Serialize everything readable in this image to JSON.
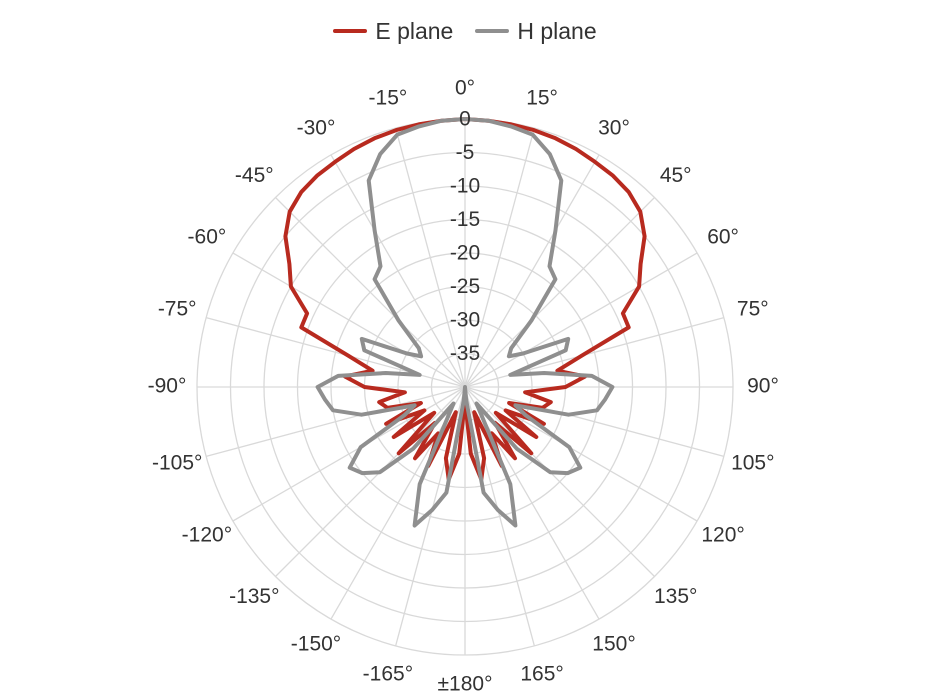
{
  "chart_data": {
    "type": "polar-line",
    "title": "",
    "angle_unit": "degrees",
    "angle_ticks": [
      {
        "angle": 0,
        "label": "0°"
      },
      {
        "angle": 15,
        "label": "15°"
      },
      {
        "angle": 30,
        "label": "30°"
      },
      {
        "angle": 45,
        "label": "45°"
      },
      {
        "angle": 60,
        "label": "60°"
      },
      {
        "angle": 75,
        "label": "75°"
      },
      {
        "angle": 90,
        "label": "90°"
      },
      {
        "angle": 105,
        "label": "105°"
      },
      {
        "angle": 120,
        "label": "120°"
      },
      {
        "angle": 135,
        "label": "135°"
      },
      {
        "angle": 150,
        "label": "150°"
      },
      {
        "angle": 165,
        "label": "165°"
      },
      {
        "angle": 180,
        "label": "±180°"
      },
      {
        "angle": -165,
        "label": "-165°"
      },
      {
        "angle": -150,
        "label": "-150°"
      },
      {
        "angle": -135,
        "label": "-135°"
      },
      {
        "angle": -120,
        "label": "-120°"
      },
      {
        "angle": -105,
        "label": "-105°"
      },
      {
        "angle": -90,
        "label": "-90°"
      },
      {
        "angle": -75,
        "label": "-75°"
      },
      {
        "angle": -60,
        "label": "-60°"
      },
      {
        "angle": -45,
        "label": "-45°"
      },
      {
        "angle": -30,
        "label": "-30°"
      },
      {
        "angle": -15,
        "label": "-15°"
      }
    ],
    "radial_range": [
      -40,
      0
    ],
    "radial_ticks": [
      0,
      -5,
      -10,
      -15,
      -20,
      -25,
      -30,
      -35
    ],
    "grid": true,
    "legend_position": "top-center",
    "series": [
      {
        "name": "E plane",
        "color": "#b82a1f",
        "angles": [
          -180,
          -175,
          -170,
          -165,
          -160,
          -155,
          -150,
          -145,
          -140,
          -135,
          -130,
          -125,
          -120,
          -115,
          -110,
          -105,
          -100,
          -95,
          -90,
          -85,
          -80,
          -75,
          -70,
          -65,
          -60,
          -55,
          -50,
          -45,
          -40,
          -35,
          -30,
          -25,
          -20,
          -15,
          -10,
          -5,
          0,
          5,
          10,
          15,
          20,
          25,
          30,
          35,
          40,
          45,
          50,
          55,
          60,
          65,
          70,
          75,
          80,
          85,
          90,
          95,
          100,
          105,
          110,
          115,
          120,
          125,
          130,
          135,
          140,
          145,
          150,
          155,
          160,
          165,
          170,
          175,
          180
        ],
        "values": [
          -38,
          -30,
          -26,
          -29,
          -36,
          -27,
          -32,
          -27,
          -33,
          -26,
          -34,
          -27,
          -33,
          -27,
          -33,
          -28,
          -27,
          -31,
          -25,
          -22,
          -26,
          -22,
          -14,
          -14,
          -10,
          -8,
          -5,
          -3,
          -2,
          -1.5,
          -1.2,
          -0.8,
          -0.5,
          -0.3,
          -0.2,
          -0.1,
          0,
          -0.1,
          -0.2,
          -0.3,
          -0.5,
          -0.8,
          -1.2,
          -1.5,
          -2,
          -3,
          -5,
          -8,
          -10,
          -14,
          -14,
          -22,
          -26,
          -22,
          -25,
          -31,
          -27,
          -28,
          -33,
          -27,
          -33,
          -27,
          -34,
          -26,
          -33,
          -27,
          -32,
          -27,
          -36,
          -29,
          -26,
          -30,
          -38
        ]
      },
      {
        "name": "H plane",
        "color": "#8f8f8f",
        "angles": [
          -180,
          -175,
          -170,
          -165,
          -160,
          -155,
          -150,
          -145,
          -140,
          -135,
          -130,
          -125,
          -120,
          -115,
          -110,
          -105,
          -100,
          -95,
          -90,
          -85,
          -80,
          -75,
          -70,
          -65,
          -60,
          -55,
          -50,
          -45,
          -40,
          -35,
          -30,
          -25,
          -20,
          -15,
          -10,
          -5,
          0,
          5,
          10,
          15,
          20,
          25,
          30,
          35,
          40,
          45,
          50,
          55,
          60,
          65,
          70,
          75,
          80,
          85,
          90,
          95,
          100,
          105,
          110,
          115,
          120,
          125,
          130,
          135,
          140,
          145,
          150,
          155,
          160,
          165,
          170,
          175,
          180
        ],
        "values": [
          -40,
          -38,
          -24,
          -21,
          -18,
          -24,
          -35,
          -37,
          -28,
          -22,
          -20,
          -19,
          -22,
          -30,
          -32,
          -24,
          -20,
          -19,
          -18,
          -21,
          -28,
          -33,
          -24,
          -23,
          -30,
          -32,
          -31,
          -26,
          -19,
          -18,
          -13,
          -6,
          -3,
          -1,
          -0.5,
          -0.1,
          0,
          -0.1,
          -0.5,
          -1,
          -3,
          -6,
          -13,
          -18,
          -19,
          -26,
          -31,
          -32,
          -30,
          -23,
          -24,
          -33,
          -28,
          -21,
          -18,
          -19,
          -20,
          -24,
          -32,
          -30,
          -22,
          -19,
          -20,
          -22,
          -28,
          -37,
          -35,
          -24,
          -18,
          -21,
          -24,
          -38,
          -40
        ]
      }
    ]
  }
}
